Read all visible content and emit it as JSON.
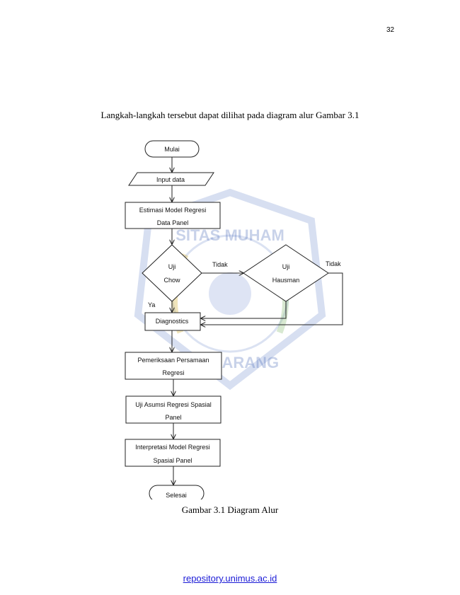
{
  "page_number": "32",
  "intro_text": "Langkah-langkah tersebut dapat dilihat pada diagram alur Gambar 3.1",
  "caption": "Gambar  3.1 Diagram Alur",
  "footer_link": "repository.unimus.ac.id",
  "watermark": {
    "top_text": "SITAS MUHAM",
    "bottom_text": "SEMARANG"
  },
  "flowchart": {
    "start": "Mulai",
    "input": "Input data",
    "estimate_line1": "Estimasi Model Regresi",
    "estimate_line2": "Data Panel",
    "chow_line1": "Uji",
    "chow_line2": "Chow",
    "hausman_line1": "Uji",
    "hausman_line2": "Hausman",
    "label_tidak_chow": "Tidak",
    "label_tidak_hausman": "Tidak",
    "label_ya": "Ya",
    "diagnostics": "Diagnostics",
    "pemeriksaan_line1": "Pemeriksaan Persamaan",
    "pemeriksaan_line2": "Regresi",
    "asumsi_line1": "Uji Asumsi Regresi Spasial",
    "asumsi_line2": "Panel",
    "interpretasi_line1": "Interpretasi Model Regresi",
    "interpretasi_line2": "Spasial Panel",
    "end": "Selesai"
  }
}
